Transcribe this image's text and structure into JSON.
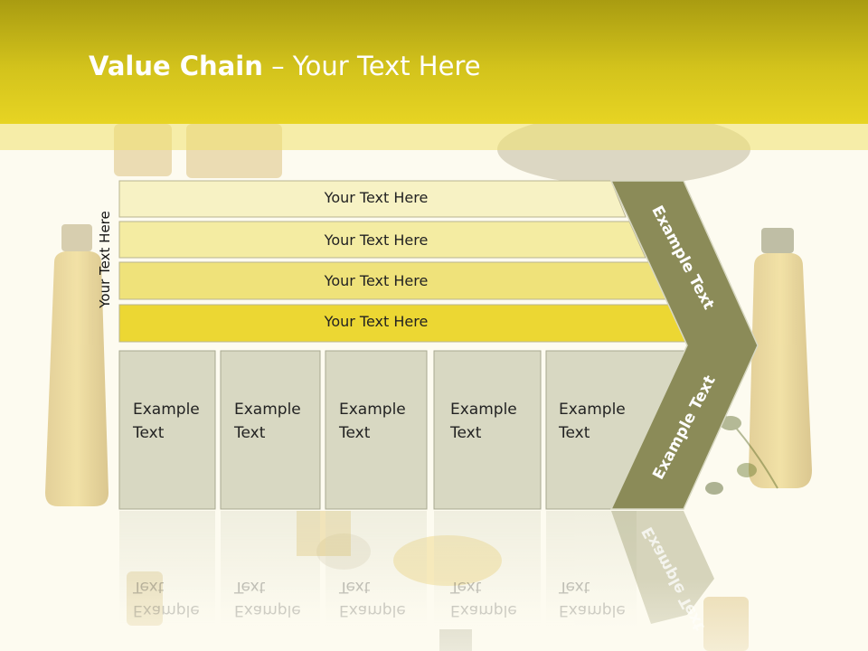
{
  "slide": {
    "title_bold": "Value Chain",
    "title_rest": " – Your Text Here",
    "side_label": "Your Text Here",
    "bars": [
      {
        "label": "Your Text Here",
        "color": "#f7f2c4"
      },
      {
        "label": "Your Text Here",
        "color": "#f4eca2"
      },
      {
        "label": "Your Text Here",
        "color": "#efe27a"
      },
      {
        "label": "Your Text Here",
        "color": "#ecd733"
      }
    ],
    "columns": [
      {
        "label": "Example Text"
      },
      {
        "label": "Example Text"
      },
      {
        "label": "Example Text"
      },
      {
        "label": "Example Text"
      },
      {
        "label": "Example Text"
      }
    ],
    "arrow_top_label": "Example Text",
    "arrow_bottom_label": "Example Text"
  },
  "colors": {
    "header": "#d3c31c",
    "column_fill": "#d8d8c2",
    "arrow_fill": "#8b8b58",
    "background": "#fdfbf0"
  }
}
